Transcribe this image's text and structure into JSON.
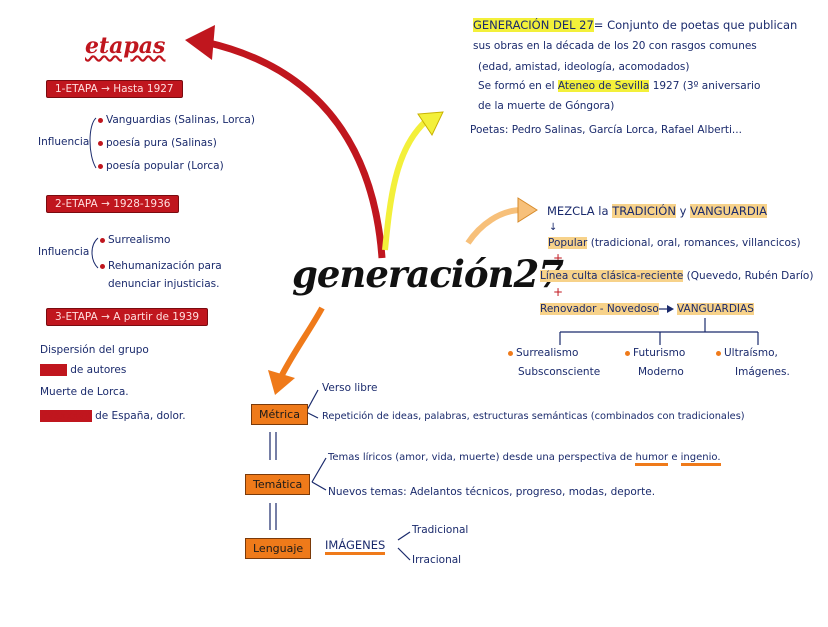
{
  "center": {
    "title": "generación27"
  },
  "etapas": {
    "title": "etapas",
    "stage1": {
      "box": "1-ETAPA → Hasta 1927",
      "influence_label": "Influencia",
      "items": [
        "Vanguardias (Salinas, Lorca)",
        "poesía pura (Salinas)",
        "poesía popular (Lorca)"
      ]
    },
    "stage2": {
      "box": "2-ETAPA → 1928-1936",
      "influence_label": "Influencia",
      "items": [
        "Surrealismo",
        "Rehumanización para",
        "denunciar injusticias."
      ]
    },
    "stage3": {
      "box": "3-ETAPA → A partir de 1939",
      "items": [
        "Dispersión del grupo",
        "de autores",
        "Muerte de Lorca.",
        "de España, dolor."
      ]
    }
  },
  "definition": {
    "title": "GENERACIÓN DEL 27",
    "lines": [
      "= Conjunto de poetas que publican",
      "sus obras en la década de los 20 con rasgos comunes",
      "(edad, amistad, ideología, acomodados)",
      "Se formó en el",
      "Ateneo de Sevilla",
      "1927 (3º aniversario",
      "de la muerte de Góngora)",
      "Poetas: Pedro Salinas, García Lorca, Rafael Alberti..."
    ]
  },
  "mezcla": {
    "prefix": "MEZCLA la",
    "tradicion": "TRADICIÓN",
    "y": "y",
    "vanguardia": "VANGUARDIA",
    "popular": "Popular",
    "popular_rest": "(tradicional, oral, romances, villancicos)",
    "culta": "Línea culta clásica-reciente",
    "culta_rest": "(Quevedo, Rubén Darío)",
    "renovador": "Renovador - Novedoso",
    "vanguardias": "VANGUARDIAS",
    "branches": [
      {
        "name": "Surrealismo",
        "sub": "Subsconsciente"
      },
      {
        "name": "Futurismo",
        "sub": "Moderno"
      },
      {
        "name": "Ultraísmo,",
        "sub": "Imágenes."
      }
    ]
  },
  "bottom": {
    "metrica": {
      "label": "Métrica",
      "items": [
        "Verso libre",
        "Repetición de ideas, palabras, estructuras semánticas (combinados con tradicionales)"
      ]
    },
    "tematica": {
      "label": "Temática",
      "item1_pre": "Temas líricos (amor, vida, muerte) desde una perspectiva de",
      "humor": "humor",
      "e": "e",
      "ingenio": "ingenio.",
      "item2": "Nuevos temas: Adelantos técnicos, progreso, modas, deporte."
    },
    "lenguaje": {
      "label": "Lenguaje",
      "imagenes": "IMÁGENES",
      "items": [
        "Tradicional",
        "Irracional"
      ]
    }
  }
}
